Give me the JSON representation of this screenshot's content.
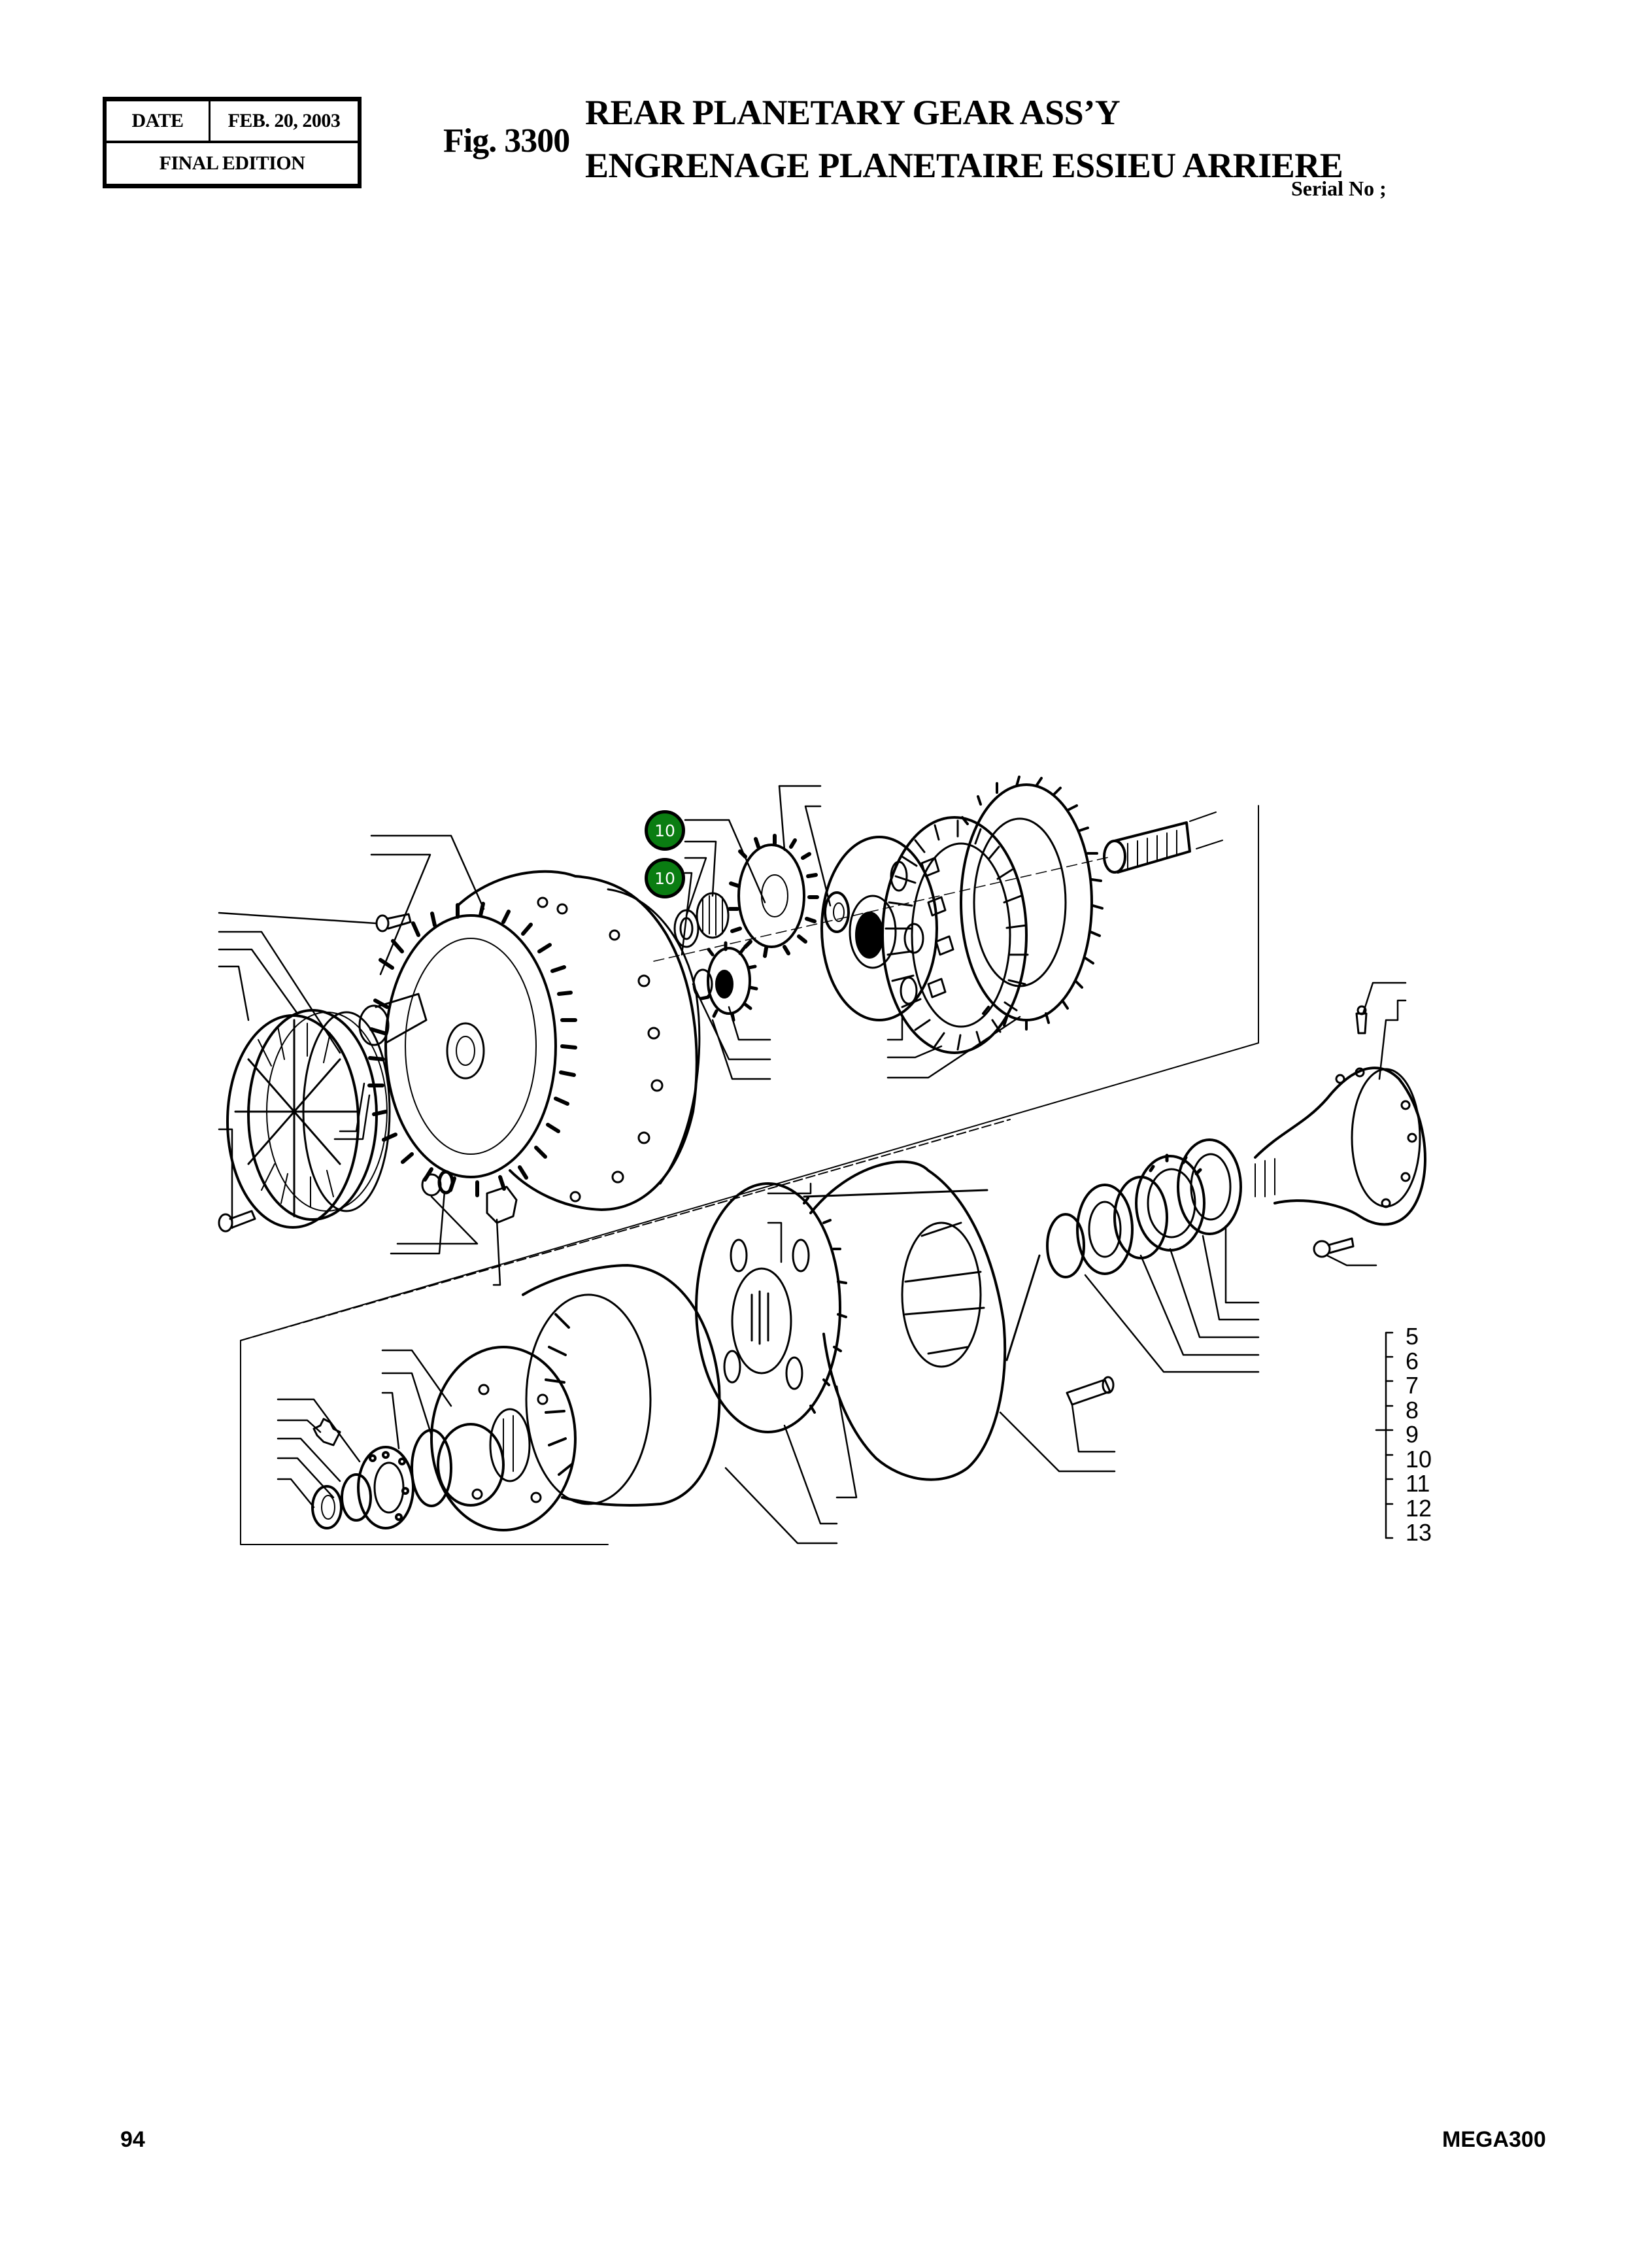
{
  "header": {
    "date_label": "DATE",
    "date_value": "FEB. 20, 2003",
    "edition": "FINAL EDITION"
  },
  "figure": {
    "number": "Fig. 3300",
    "title_en": "REAR PLANETARY GEAR ASS’Y",
    "title_fr": "ENGRENAGE PLANETAIRE ESSIEU ARRIERE",
    "serial_label": "Serial No ;"
  },
  "diagram": {
    "callouts": [
      {
        "label": "10",
        "color": "#0a7d12"
      },
      {
        "label": "10",
        "color": "#0a7d12"
      }
    ],
    "reference_list": [
      "5",
      "6",
      "7",
      "8",
      "9",
      "10",
      "11",
      "12",
      "13"
    ]
  },
  "footer": {
    "page_number": "94",
    "model": "MEGA300"
  }
}
